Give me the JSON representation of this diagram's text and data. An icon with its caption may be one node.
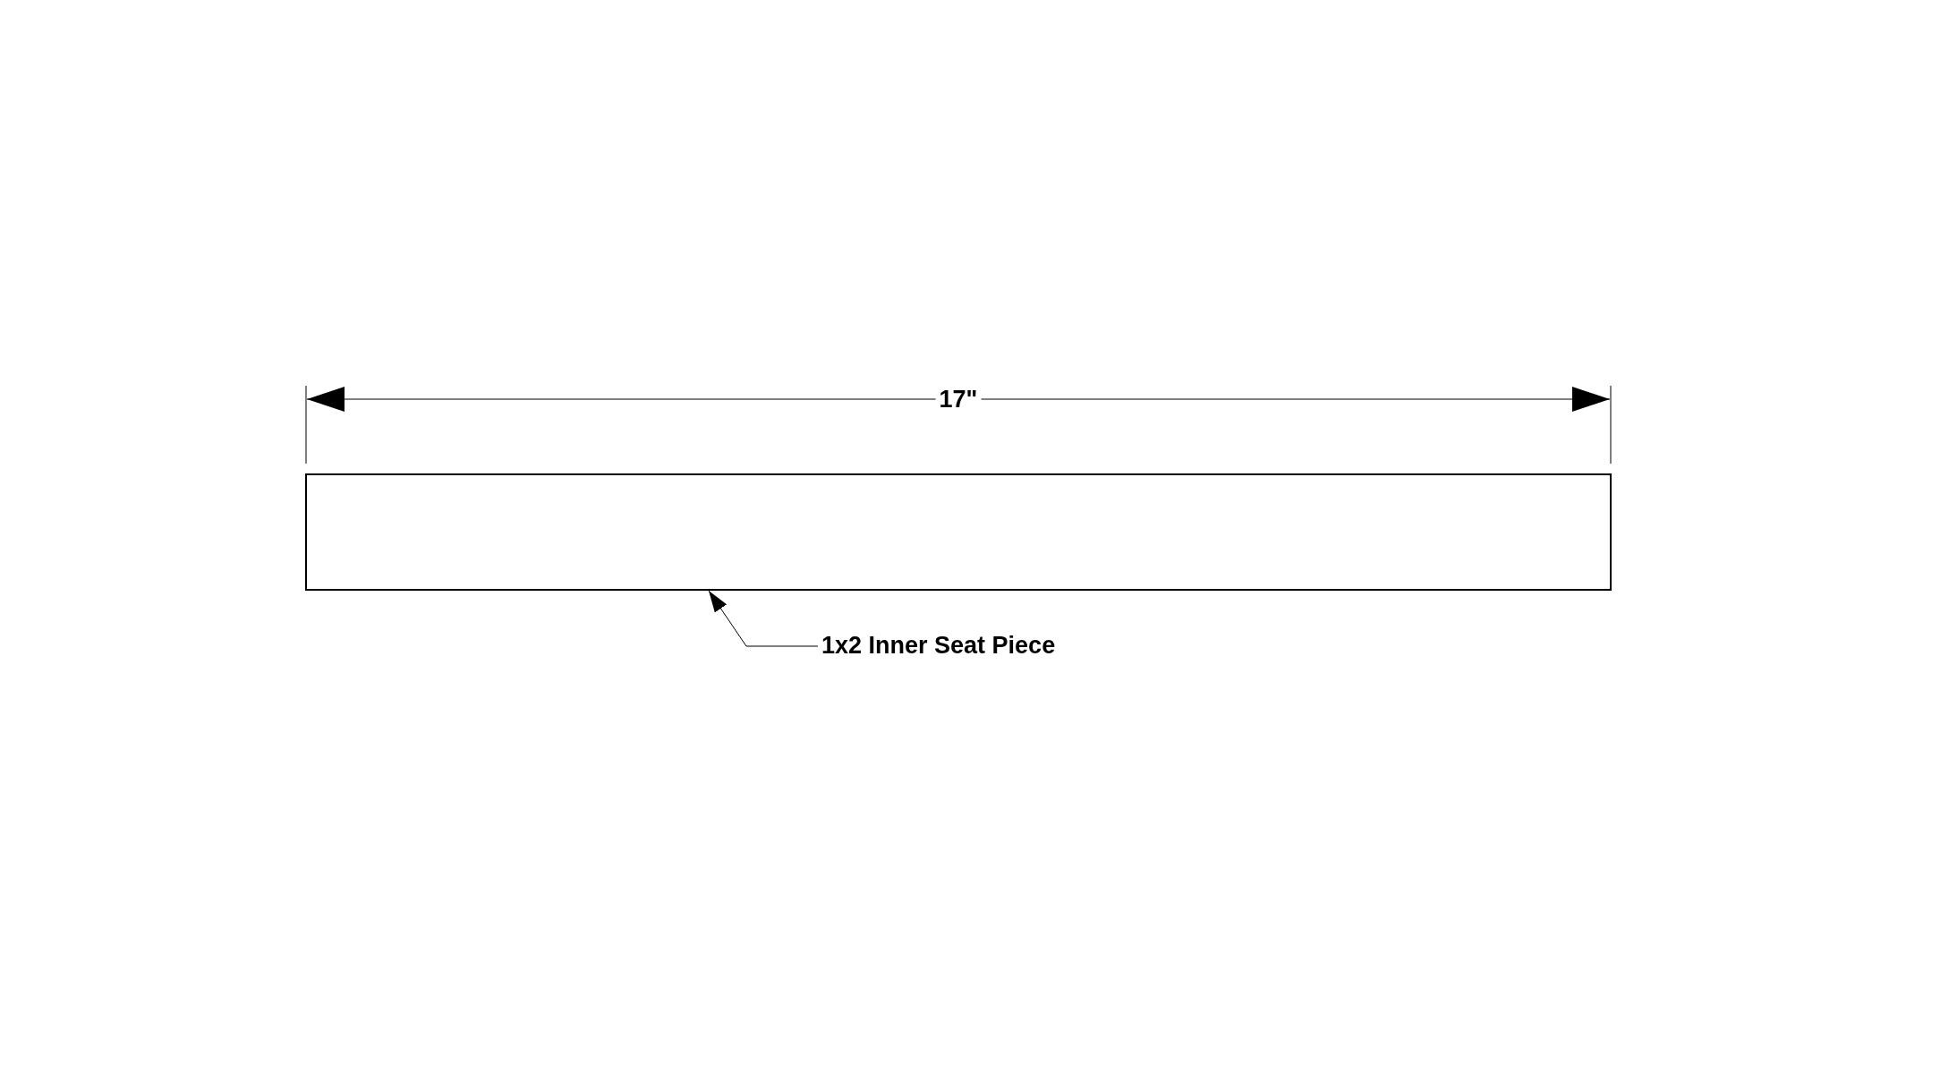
{
  "diagram": {
    "nodes": [
      {
        "text": [
          "1x2 Inner Seat Piece"
        ]
      },
      {
        "text": [],
        "shape": "box"
      }
    ],
    "edges": [
      {
        "from": 0,
        "to": 1,
        "arrow": "to"
      }
    ],
    "labels": [
      "17\""
    ]
  }
}
